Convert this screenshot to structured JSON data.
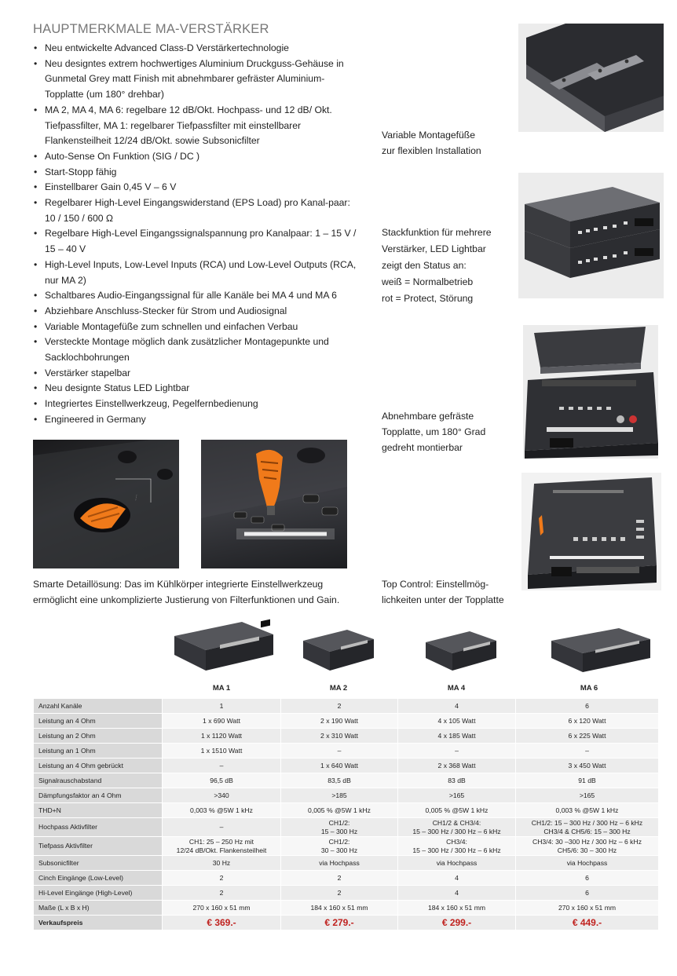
{
  "title": "HAUPTMERKMALE MA-VERSTÄRKER",
  "features": [
    "Neu entwickelte Advanced Class-D Verstärkertechnologie",
    "Neu designtes extrem hochwertiges Aluminium Druckguss-Gehäuse in Gunmetal Grey matt Finish mit abnehmbarer gefräster Aluminium-Topplatte (um 180° drehbar)",
    "MA 2, MA 4, MA 6: regelbare 12 dB/Okt. Hochpass- und 12 dB/ Okt. Tiefpassfilter, MA 1: regelbarer Tiefpassfilter mit einstellbarer Flankensteilheit 12/24 dB/Okt. sowie Subsonicfilter",
    "Auto-Sense On Funktion (SIG / DC )",
    "Start-Stopp fähig",
    "Einstellbarer Gain 0,45 V – 6 V",
    "Regelbarer High-Level Eingangswiderstand (EPS Load) pro Kanal-paar: 10 / 150 / 600 Ω",
    "Regelbare High-Level Eingangssignalspannung pro Kanalpaar: 1 – 15 V / 15 – 40 V",
    "High-Level Inputs, Low-Level Inputs (RCA) und Low-Level Outputs (RCA, nur MA 2)",
    "Schaltbares Audio-Eingangssignal für alle Kanäle bei MA 4 und MA 6",
    "Abziehbare Anschluss-Stecker für Strom und Audiosignal",
    "Variable Montagefüße zum schnellen und einfachen Verbau",
    "Versteckte Montage möglich dank zusätzlicher Montagepunkte und Sacklochbohrungen",
    "Verstärker stapelbar",
    "Neu designte Status LED Lightbar",
    "Integriertes Einstellwerkzeug, Pegelfernbedienung",
    "Engineered in Germany"
  ],
  "captions": {
    "detail": "Smarte Detaillösung: Das im Kühlkörper integrierte Einstellwerkzeug ermöglicht eine unkomplizierte Justierung von Filterfunktionen und Gain.",
    "mount_1": "Variable Montagefüße",
    "mount_2": "zur flexiblen Installation",
    "stack_1": "Stackfunktion für mehrere",
    "stack_2": "Verstärker, LED Lightbar",
    "stack_3": "zeigt den Status an:",
    "stack_4": "weiß = Normalbetrieb",
    "stack_5": "rot = Protect, Störung",
    "top_1": "Abnehmbare gefräste",
    "top_2": "Topplatte, um 180° Grad",
    "top_3": "gedreht montierbar",
    "control_1": "Top Control: Einstellmög-",
    "control_2": "lichkeiten unter der Topplatte"
  },
  "models": [
    "MA 1",
    "MA 2",
    "MA 4",
    "MA 6"
  ],
  "spec_rows": [
    {
      "label": "Anzahl Kanäle",
      "values": [
        "1",
        "2",
        "4",
        "6"
      ]
    },
    {
      "label": "Leistung an 4 Ohm",
      "values": [
        "1 x 690 Watt",
        "2 x 190 Watt",
        "4 x 105 Watt",
        "6 x 120 Watt"
      ]
    },
    {
      "label": "Leistung an 2 Ohm",
      "values": [
        "1 x 1120 Watt",
        "2 x 310 Watt",
        "4 x 185 Watt",
        "6 x 225 Watt"
      ]
    },
    {
      "label": "Leistung an 1 Ohm",
      "values": [
        "1 x 1510 Watt",
        "–",
        "–",
        "–"
      ]
    },
    {
      "label": "Leistung an 4 Ohm gebrückt",
      "values": [
        "–",
        "1 x 640 Watt",
        "2 x 368 Watt",
        "3 x 450 Watt"
      ]
    },
    {
      "label": "Signalrauschabstand",
      "values": [
        "96,5 dB",
        "83,5 dB",
        "83 dB",
        "91 dB"
      ]
    },
    {
      "label": "Dämpfungsfaktor an 4 Ohm",
      "values": [
        ">340",
        ">185",
        ">165",
        ">165"
      ]
    },
    {
      "label": "THD+N",
      "values": [
        "0,003 % @5W 1 kHz",
        "0,005 % @5W 1 kHz",
        "0,005 % @5W 1 kHz",
        "0,003 % @5W 1 kHz"
      ]
    },
    {
      "label": "Hochpass Aktivfilter",
      "values": [
        "–",
        "CH1/2:\n15 – 300 Hz",
        "CH1/2 & CH3/4:\n15 – 300 Hz / 300 Hz – 6 kHz",
        "CH1/2: 15 – 300 Hz / 300 Hz – 6 kHz\nCH3/4 & CH5/6: 15 – 300 Hz"
      ]
    },
    {
      "label": "Tiefpass Aktivfilter",
      "values": [
        "CH1: 25 – 250 Hz mit\n12/24 dB/Okt. Flankensteilheit",
        "CH1/2:\n30 – 300 Hz",
        "CH3/4:\n15 – 300 Hz / 300 Hz – 6 kHz",
        "CH3/4: 30 –300 Hz / 300 Hz – 6 kHz\nCH5/6: 30 – 300 Hz"
      ]
    },
    {
      "label": "Subsonicfilter",
      "values": [
        "30 Hz",
        "via Hochpass",
        "via Hochpass",
        "via Hochpass"
      ]
    },
    {
      "label": "Cinch Eingänge (Low-Level)",
      "values": [
        "2",
        "2",
        "4",
        "6"
      ]
    },
    {
      "label": "Hi-Level Eingänge (High-Level)",
      "values": [
        "2",
        "2",
        "4",
        "6"
      ]
    },
    {
      "label": "Maße (L x B x H)",
      "values": [
        "270 x 160 x 51 mm",
        "184 x 160 x 51 mm",
        "184 x 160 x 51 mm",
        "270 x 160 x 51 mm"
      ]
    },
    {
      "label": "Verkaufspreis",
      "values": [
        "€ 369.-",
        "€ 279.-",
        "€ 299.-",
        "€ 449.-"
      ]
    }
  ],
  "colors": {
    "price": "#c0221f",
    "tool_orange": "#f07a1a",
    "label_bg": "#d9d9d9",
    "cell_bg": "#ececec"
  }
}
